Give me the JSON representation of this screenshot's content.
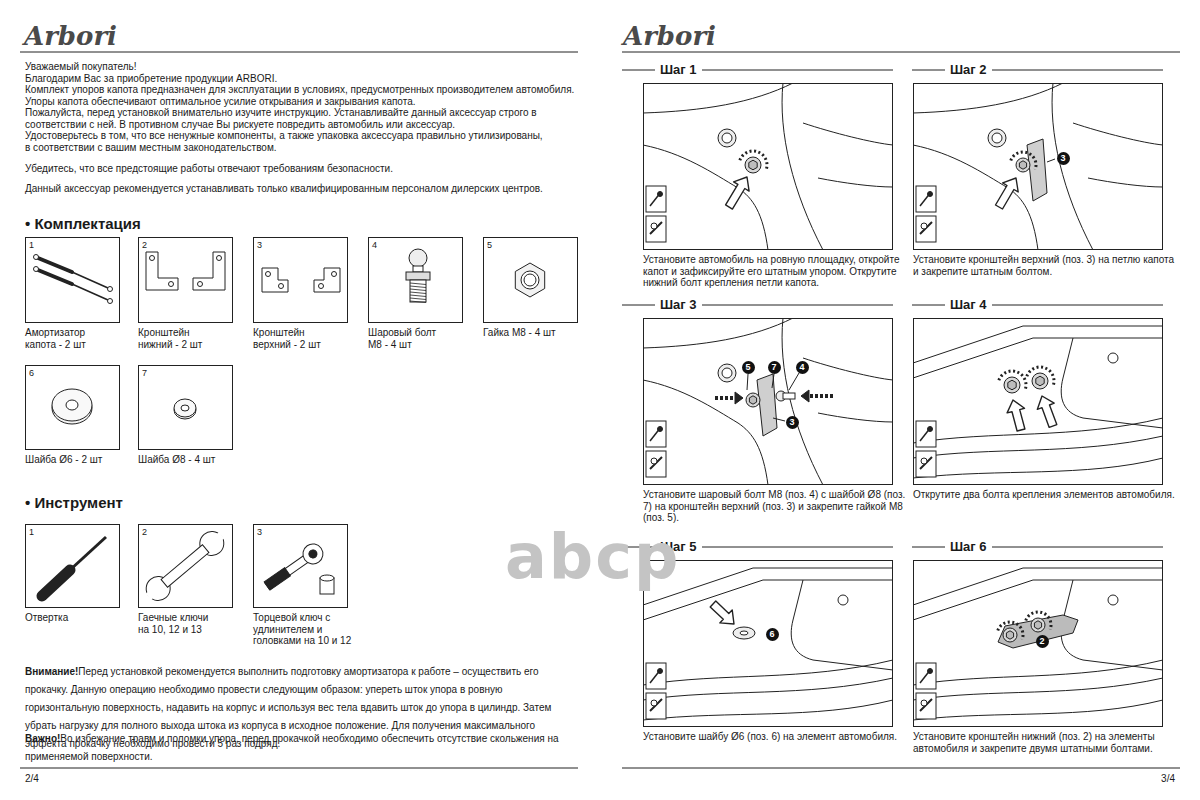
{
  "diagram": {
    "nodes": [
      {
        "text": [
          "1",
          "Амортизатор капота - 2 шт"
        ]
      },
      {
        "text": [
          "2",
          "Кронштейн нижний - 2 шт"
        ]
      },
      {
        "text": [
          "3",
          "Кронштейн верхний - 2 шт"
        ]
      },
      {
        "text": [
          "4",
          "Шаровый болт M8 - 4 шт"
        ]
      },
      {
        "text": [
          "5",
          "Гайка М8 - 4 шт"
        ]
      },
      {
        "text": [
          "6",
          "Шайба Ø6 - 2 шт"
        ]
      },
      {
        "text": [
          "7",
          "Шайба Ø8 - 4 шт"
        ]
      },
      {
        "text": [
          "1",
          "Отвертка"
        ]
      },
      {
        "text": [
          "2",
          "Гаечные ключи на 10, 12 и 13"
        ]
      },
      {
        "text": [
          "3",
          "Торцевой ключ с удлинителем и головками на 10 и 12"
        ]
      },
      {
        "text": [
          "Шаг 1",
          "Установите автомобиль на ровную площадку, откройте капот и зафиксируйте его штатным упором. Открутите нижний болт крепления петли капота."
        ]
      },
      {
        "text": [
          "Шаг 2",
          "Установите кронштейн верхний (поз. 3) на петлю капота и закрепите штатным болтом."
        ]
      },
      {
        "text": [
          "Шаг 3",
          "Установите шаровый болт M8 (поз. 4) с шайбой Ø8 (поз. 7) на кронштейн верхний (поз. 3) и закрепите гайкой M8 (поз. 5)."
        ]
      },
      {
        "text": [
          "Шаг 4",
          "Открутите два болта крепления элементов автомобиля."
        ]
      },
      {
        "text": [
          "Шаг 5",
          "Установите шайбу Ø6 (поз. 6) на элемент автомобиля."
        ]
      },
      {
        "text": [
          "Шаг 6",
          "Установите кронштейн нижний (поз. 2) на элементы автомобиля и закрепите двумя штатными болтами."
        ]
      }
    ],
    "labels": [
      "Arbori",
      "Уважаемый покупатель!",
      "Благодарим Вас за приобретение продукции ARBORI.",
      "Комплект упоров капота предназначен для эксплуатации в условиях, предусмотренных производителем автомобиля.",
      "Упоры капота обеспечивают оптимальное усилие открывания и закрывания капота.",
      "Пожалуйста, перед установкой внимательно изучите инструкцию. Устанавливайте данный аксессуар строго в соответствии с ней. В противном случае Вы рискуете повредить автомобиль или аксессуар.",
      "Удостоверьтесь в том, что все ненужные компоненты, а также упаковка аксессуара правильно утилизированы, в соответствии с вашим местным законодательством.",
      "Убедитесь, что все предстоящие работы отвечают требованиям безопасности.",
      "Данный аксессуар рекомендуется устанавливать только квалифицированным персоналом дилерских центров.",
      "• Комплектация",
      "• Инструмент",
      "Внимание!",
      "Перед установкой рекомендуется выполнить подготовку амортизатора к работе – осуществить его прокачку. Данную операцию необходимо провести следующим образом: упереть шток упора в ровную горизонтальную поверхность, надавить на корпус и используя вес тела вдавить шток до упора в цилиндр. Затем убрать нагрузку для полного выхода штока из корпуса в исходное положение. Для получения максимального эффекта прокачку необходимо провести 5 раз подряд.",
      "Важно!",
      "Во избежание травм и поломки упора, перед прокачкой необходимо обеспечить отсутствие скольжения на применяемой поверхности.",
      "2/4",
      "Arbori",
      "3/4",
      "abcp",
      "3",
      "5",
      "7",
      "4",
      "3",
      "6",
      "2"
    ]
  }
}
